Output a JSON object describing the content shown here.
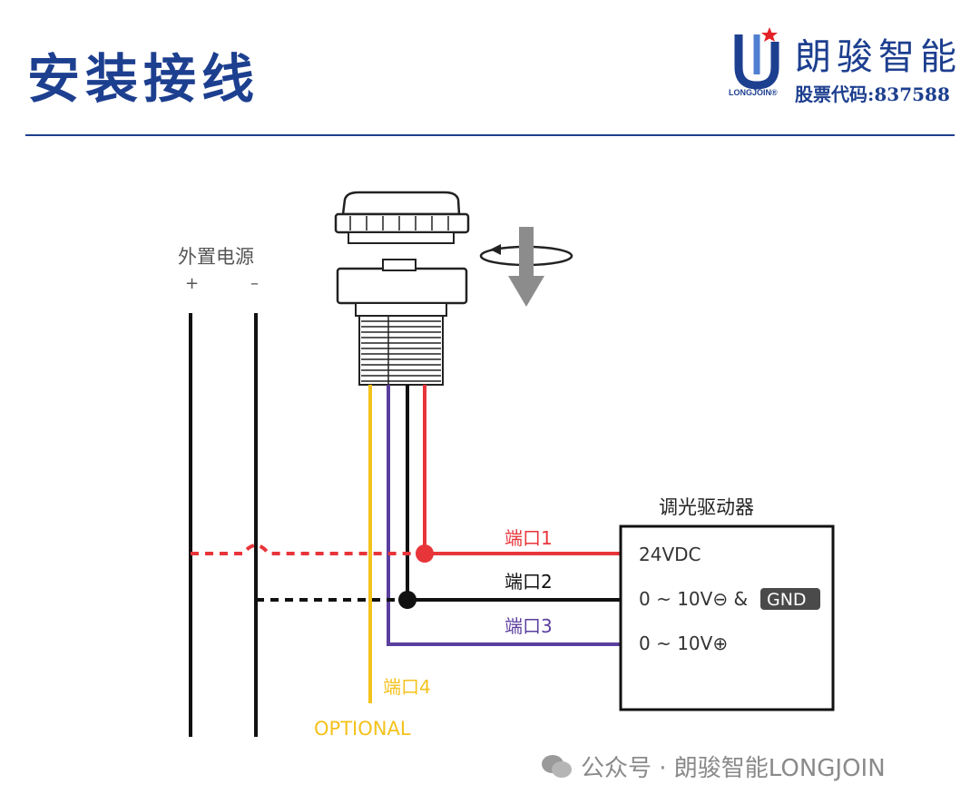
{
  "header": {
    "title": "安装接线",
    "logo_name": "朗骏智能",
    "logo_en": "LONGJOIN®",
    "stock_label": "股票代码:837588"
  },
  "power": {
    "label": "外置电源",
    "plus": "+",
    "minus": "–"
  },
  "driver": {
    "title": "调光驱动器",
    "pin1": "24VDC",
    "pin2": "0 ~ 10V⊖ &",
    "gnd": "GND",
    "pin3": "0 ~ 10V⊕"
  },
  "ports": {
    "port1": "端口1",
    "port2": "端口2",
    "port3": "端口3",
    "port4": "端口4",
    "optional": "OPTIONAL"
  },
  "colors": {
    "brand": "#1d3f8f",
    "red": "#e8353a",
    "black": "#111111",
    "purple": "#5b3f9e",
    "yellow": "#f4c21c",
    "gray_arrow": "#8c8c8c"
  },
  "watermark": "公众号 · 朗骏智能LONGJOIN"
}
